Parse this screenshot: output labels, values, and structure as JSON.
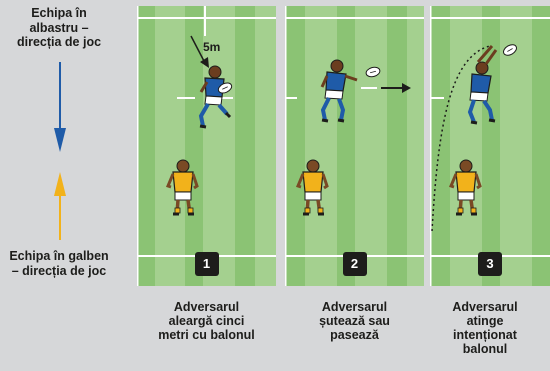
{
  "legend": {
    "blue_team_lines": [
      "Echipa în",
      "albastru –",
      "direcția de joc"
    ],
    "yellow_team_lines": [
      "Echipa în galben",
      "– direcția de joc"
    ],
    "blue_arrow_color": "#1f5ba8",
    "yellow_arrow_color": "#f2b21b"
  },
  "panels": [
    {
      "step": "1",
      "caption_lines": [
        "Adversarul",
        "aleargă cinci",
        "metri cu balonul"
      ],
      "distance_label": "5m"
    },
    {
      "step": "2",
      "caption_lines": [
        "Adversarul",
        "șutează sau",
        "pasează"
      ]
    },
    {
      "step": "3",
      "caption_lines": [
        "Adversarul",
        "atinge",
        "intenționat",
        "balonul"
      ]
    }
  ],
  "colors": {
    "field_light": "#a4d08f",
    "field_dark": "#8bc374",
    "line": "#ffffff",
    "blue_jersey": "#1f5ba8",
    "yellow_jersey": "#f2b21b",
    "badge": "#1d1d1b"
  },
  "icons": [
    "blue-player-icon",
    "yellow-player-icon",
    "rugby-ball-icon",
    "arrow-right-icon"
  ]
}
